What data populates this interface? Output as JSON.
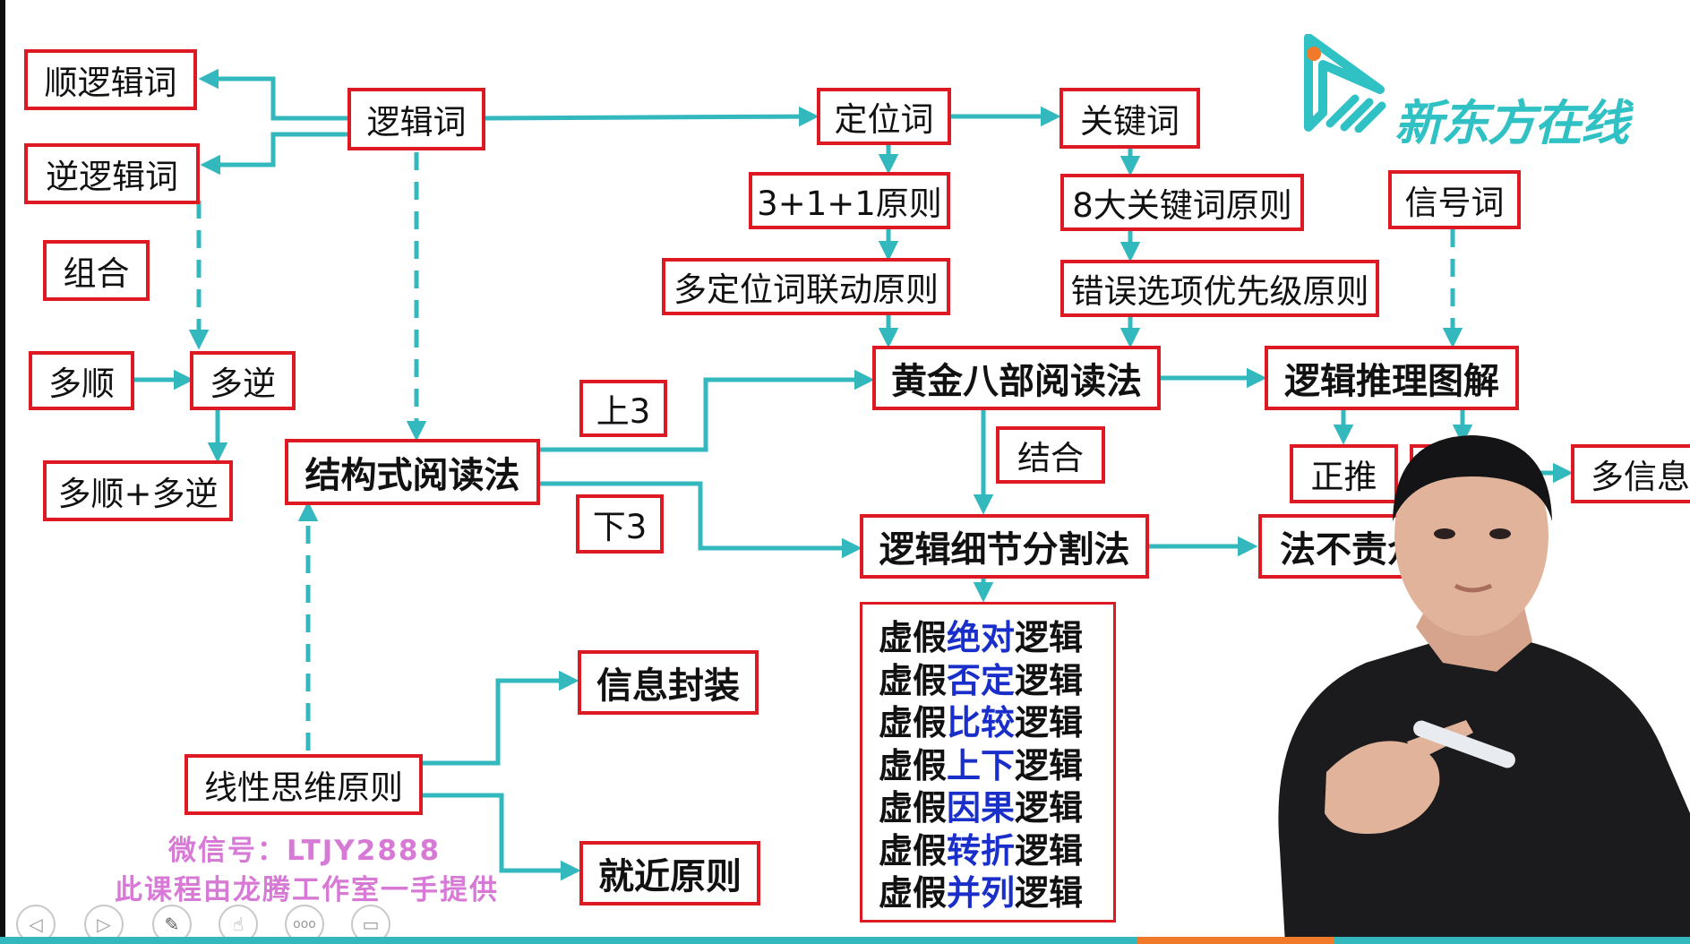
{
  "colors": {
    "box_border": "#dd1a23",
    "connector": "#33b8bd",
    "highlight": "#1a2fc9",
    "watermark": "#d77ad6",
    "logo": "#2fc1c4"
  },
  "nodes": {
    "shun_luoji_ci": "顺逻辑词",
    "ni_luoji_ci": "逆逻辑词",
    "zuhe": "组合",
    "duoshun": "多顺",
    "duoni": "多逆",
    "duoshun_duoni": "多顺+多逆",
    "luoji_ci": "逻辑词",
    "dingwei_ci": "定位词",
    "guanjian_ci": "关键词",
    "rule_311": "3+1+1原则",
    "rule_8keywords": "8大关键词原则",
    "xinhao_ci": "信号词",
    "duo_dingwei": "多定位词联动原则",
    "cuowu_xuanxiang": "错误选项优先级原则",
    "huangjin_babu": "黄金八部阅读法",
    "luoji_tuili": "逻辑推理图解",
    "shang3": "上3",
    "xia3": "下3",
    "jiegou_shi": "结构式阅读法",
    "jiehe": "结合",
    "zhengtui": "正推",
    "duo_xinxi": "多信息",
    "luoji_xijie": "逻辑细节分割法",
    "fa_bu_ze": "法不责众",
    "xinxi_fengzhuang": "信息封装",
    "xianxing_siwei": "线性思维原则",
    "jiujin_yuanze": "就近原则"
  },
  "false_logic_list": [
    {
      "prefix": "虚假",
      "highlight": "绝对",
      "suffix": "逻辑"
    },
    {
      "prefix": "虚假",
      "highlight": "否定",
      "suffix": "逻辑"
    },
    {
      "prefix": "虚假",
      "highlight": "比较",
      "suffix": "逻辑"
    },
    {
      "prefix": "虚假",
      "highlight": "上下",
      "suffix": "逻辑"
    },
    {
      "prefix": "虚假",
      "highlight": "因果",
      "suffix": "逻辑"
    },
    {
      "prefix": "虚假",
      "highlight": "转折",
      "suffix": "逻辑"
    },
    {
      "prefix": "虚假",
      "highlight": "并列",
      "suffix": "逻辑"
    }
  ],
  "logo": {
    "text": "新东方在线"
  },
  "watermark": {
    "line1": "微信号：LTJY2888",
    "line2": "此课程由龙腾工作室一手提供"
  },
  "toolbar": {
    "prev_icon": "arrow-left-icon",
    "next_icon": "arrow-right-icon",
    "pen_icon": "pen-icon",
    "pointer_icon": "pointer-icon",
    "more_icon": "more-icon",
    "screen_icon": "screen-icon",
    "more_glyph": "ooo"
  }
}
